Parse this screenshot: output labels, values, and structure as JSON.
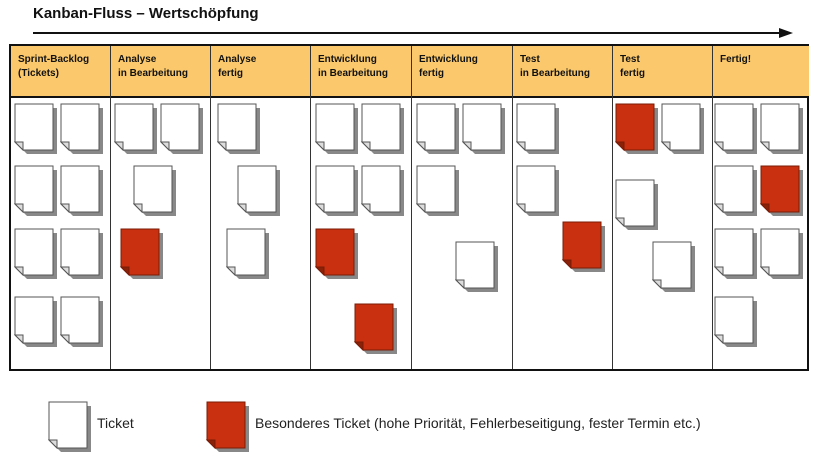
{
  "title": "Kanban-Fluss – Wertschöpfung",
  "columns": [
    {
      "line1": "Sprint-Backlog",
      "line2": "(Tickets)"
    },
    {
      "line1": "Analyse",
      "line2": "in Bearbeitung"
    },
    {
      "line1": "Analyse",
      "line2": "fertig"
    },
    {
      "line1": "Entwicklung",
      "line2": "in Bearbeitung"
    },
    {
      "line1": "Entwicklung",
      "line2": "fertig"
    },
    {
      "line1": "Test",
      "line2": "in Bearbeitung"
    },
    {
      "line1": "Test",
      "line2": "fertig"
    },
    {
      "line1": "Fertig!",
      "line2": ""
    }
  ],
  "colors": {
    "header": "#fbc96b",
    "special": "#c8300f",
    "ticket": "#ffffff"
  },
  "legend": {
    "ticket": "Ticket",
    "special": "Besonderes Ticket (hohe Priorität, Fehlerbeseitigung, fester Termin etc.)"
  }
}
